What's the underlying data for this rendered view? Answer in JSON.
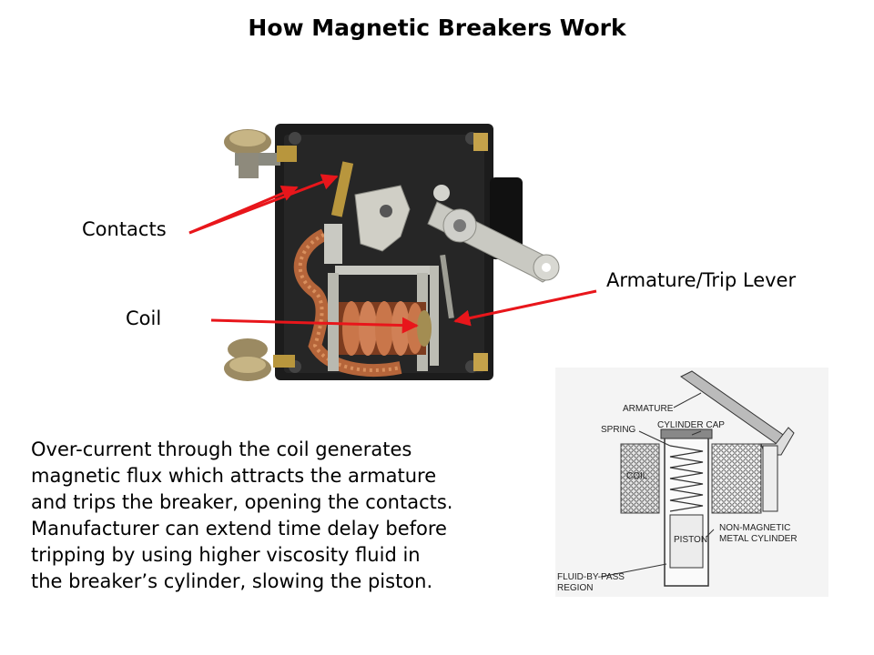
{
  "slide": {
    "title": "How Magnetic Breakers Work"
  },
  "callouts": {
    "contacts": "Contacts",
    "coil": "Coil",
    "armature": "Armature/Trip Lever"
  },
  "body": {
    "lines": [
      "Over-current through the coil generates",
      "magnetic flux which attracts the armature",
      "and trips the breaker, opening the contacts.",
      "Manufacturer can extend time delay before",
      "tripping by using higher viscosity fluid in",
      "the breaker’s cylinder, slowing the piston."
    ]
  },
  "diagram": {
    "labels": {
      "armature": "ARMATURE",
      "spring": "SPRING",
      "cylinder_cap": "CYLINDER CAP",
      "coil": "COIL",
      "piston": "PISTON",
      "non_magnetic_1": "NON-MAGNETIC",
      "non_magnetic_2": "METAL CYLINDER",
      "fluid_1": "FLUID-BY-PASS",
      "fluid_2": "REGION"
    }
  },
  "colors": {
    "arrow": "#e8161b",
    "housing": "#1c1c1c",
    "copper": "#b5653a",
    "brass": "#b8963d",
    "metal": "#c9c9c2"
  }
}
